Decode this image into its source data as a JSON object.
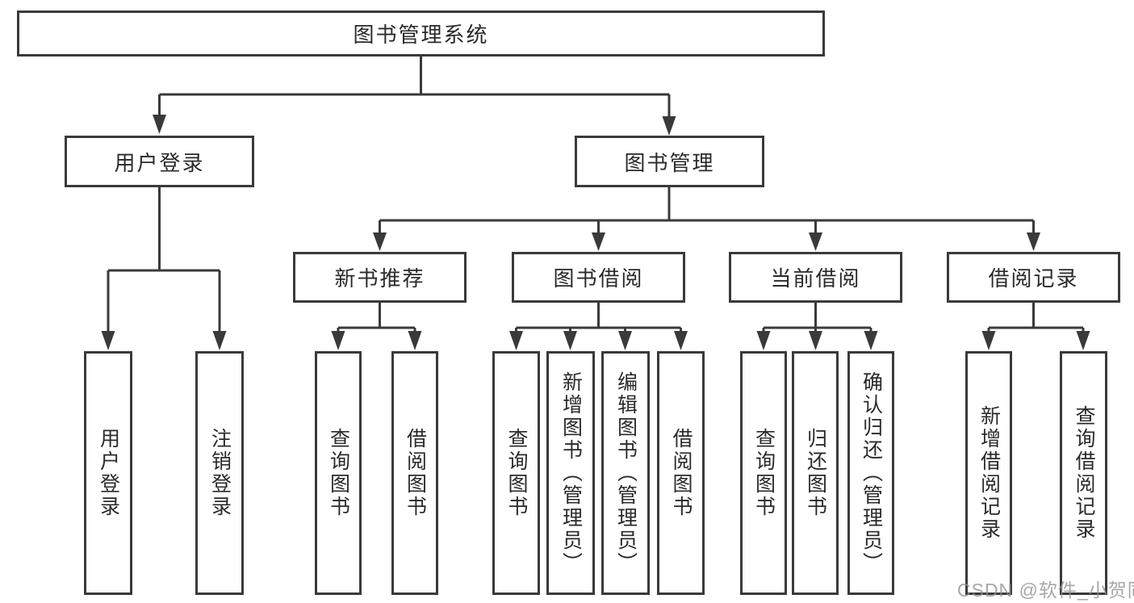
{
  "diagram": {
    "root": "图书管理系统",
    "level2": {
      "user_login": "用户登录",
      "book_mgmt": "图书管理"
    },
    "level3": {
      "new_book": "新书推荐",
      "borrow": "图书借阅",
      "current": "当前借阅",
      "records": "借阅记录"
    },
    "leaves": {
      "user_login": "用户登录",
      "logout": "注销登录",
      "nb_query": "查询图书",
      "nb_borrow": "借阅图书",
      "bb_query": "查询图书",
      "bb_add": "新增图书（管理员）",
      "bb_edit": "编辑图书（管理员）",
      "bb_borrow": "借阅图书",
      "cb_query": "查询图书",
      "cb_return": "归还图书",
      "cb_confirm": "确认归还（管理员）",
      "br_add": "新增借阅记录",
      "br_query": "查询借阅记录"
    }
  },
  "watermark": "CSDN @软件_小贺同学",
  "colors": {
    "line": "#3a3a3a",
    "text": "#2a2a2a",
    "watermark": "#919191",
    "background": "#ffffff"
  }
}
